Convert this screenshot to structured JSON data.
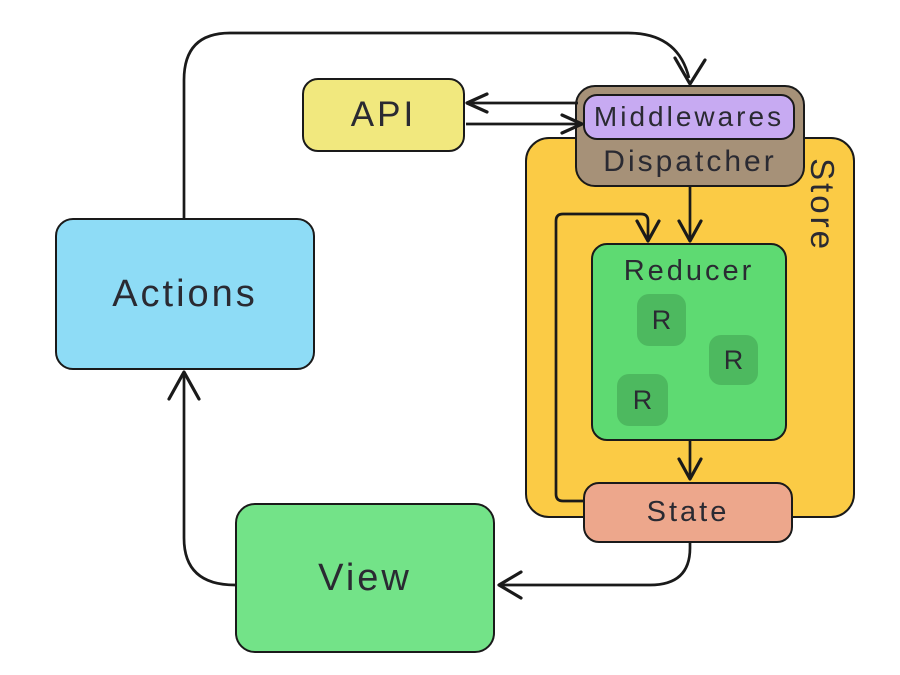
{
  "diagram": {
    "nodes": {
      "actions": {
        "label": "Actions",
        "color": "#8EDCF6"
      },
      "api": {
        "label": "API",
        "color": "#F1E87E"
      },
      "store": {
        "label": "Store",
        "color": "#FBCB45"
      },
      "dispatcher": {
        "label": "Dispatcher",
        "color": "#A69178"
      },
      "middlewares": {
        "label": "Middlewares",
        "color": "#C7AAF2"
      },
      "reducer": {
        "label": "Reducer",
        "color": "#5EDA72"
      },
      "reducer_chips": [
        {
          "label": "R"
        },
        {
          "label": "R"
        },
        {
          "label": "R"
        }
      ],
      "reducer_chip_color": "#4DB95F",
      "state": {
        "label": "State",
        "color": "#EDA78C"
      },
      "view": {
        "label": "View",
        "color": "#73E388"
      }
    },
    "edges": [
      "actions-to-dispatcher",
      "middlewares-to-api",
      "api-to-middlewares",
      "dispatcher-to-reducer",
      "state-feedback-to-reducer",
      "reducer-to-state",
      "state-to-view",
      "view-to-actions"
    ],
    "style": {
      "line_color": "#1a1a1a",
      "text_color": "#2a2a32",
      "background": "#ffffff"
    }
  }
}
